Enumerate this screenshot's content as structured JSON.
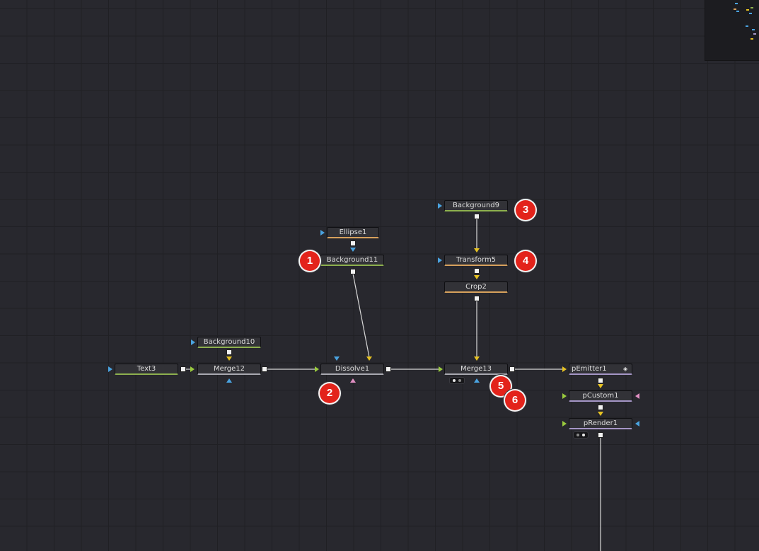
{
  "nodes": {
    "text3": "Text3",
    "merge12": "Merge12",
    "background10": "Background10",
    "dissolve1": "Dissolve1",
    "ellipse1": "Ellipse1",
    "background11": "Background11",
    "background9": "Background9",
    "transform5": "Transform5",
    "crop2": "Crop2",
    "merge13": "Merge13",
    "pemitter1": "pEmitter1",
    "pcustom1": "pCustom1",
    "prender1": "pRender1"
  },
  "badges": {
    "b1": "1",
    "b2": "2",
    "b3": "3",
    "b4": "4",
    "b5": "5",
    "b6": "6"
  },
  "colors": {
    "background": "#28282e",
    "node_fill": "#323237",
    "image_tool_underline": "#8db04e",
    "transform_tool_underline": "#d7a15c",
    "particle_tool_underline": "#a596c6",
    "badge_red": "#e3231b",
    "input_yellow": "#e6c222",
    "input_blue": "#4aa3e0",
    "input_green": "#9acb3e",
    "input_pink": "#e18fc3"
  },
  "icons": {
    "emitter_region": "diamond-half-icon",
    "minimap": "node-navigator"
  }
}
